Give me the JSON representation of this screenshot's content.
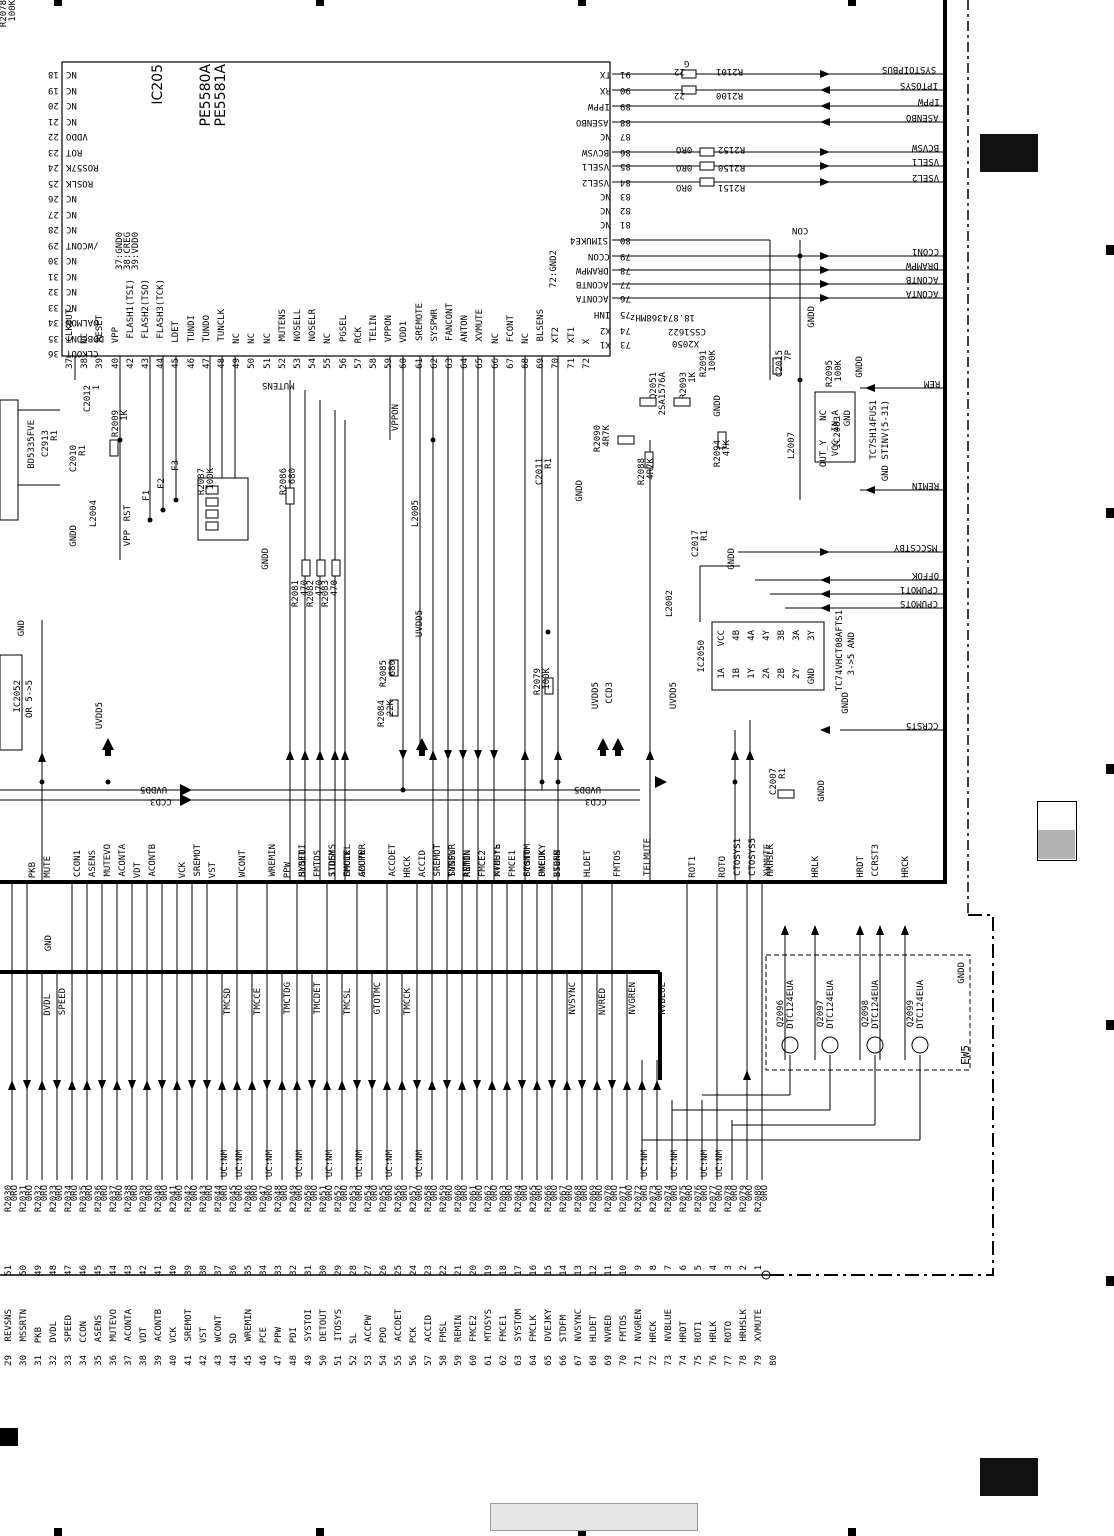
{
  "ic_main": {
    "name": "IC205",
    "parts": [
      "PE5580A",
      "PE5581A"
    ],
    "notes": [
      "37:GND0",
      "38:CREG",
      "39:VDD0"
    ],
    "top_right_pins": [
      {
        "num": "91",
        "name": "TX"
      },
      {
        "num": "90",
        "name": "RX"
      },
      {
        "num": "89",
        "name": "IPPW"
      },
      {
        "num": "88",
        "name": "ASENBO"
      },
      {
        "num": "87",
        "name": "NC"
      },
      {
        "num": "86",
        "name": "BCVSW"
      },
      {
        "num": "85",
        "name": "VSEL1"
      },
      {
        "num": "84",
        "name": "VSEL2"
      },
      {
        "num": "83",
        "name": "NC"
      },
      {
        "num": "82",
        "name": "NC"
      },
      {
        "num": "81",
        "name": "NC"
      },
      {
        "num": "80",
        "name": "SIMUKE4"
      },
      {
        "num": "79",
        "name": "CCON"
      },
      {
        "num": "78",
        "name": "DRAMPW"
      },
      {
        "num": "77",
        "name": "ACONTB"
      },
      {
        "num": "76",
        "name": "ACONTA"
      },
      {
        "num": "75",
        "name": "INH"
      },
      {
        "num": "74",
        "name": "X2"
      },
      {
        "num": "73",
        "name": "X1"
      }
    ],
    "left_pins": [
      {
        "num": "18",
        "name": "NC"
      },
      {
        "num": "19",
        "name": "NC"
      },
      {
        "num": "20",
        "name": "NC"
      },
      {
        "num": "21",
        "name": "NC"
      },
      {
        "num": "22",
        "name": "VDDO"
      },
      {
        "num": "23",
        "name": "ROT"
      },
      {
        "num": "24",
        "name": "ROS57K"
      },
      {
        "num": "25",
        "name": "ROSLK"
      },
      {
        "num": "26",
        "name": "NC"
      },
      {
        "num": "27",
        "name": "NC"
      },
      {
        "num": "28",
        "name": "NC"
      },
      {
        "num": "29",
        "name": "/WCONT"
      },
      {
        "num": "30",
        "name": "NC"
      },
      {
        "num": "31",
        "name": "NC"
      },
      {
        "num": "32",
        "name": "NC"
      },
      {
        "num": "33",
        "name": "NC"
      },
      {
        "num": "34",
        "name": "DALMON"
      },
      {
        "num": "35",
        "name": "DDBCONT"
      },
      {
        "num": "36",
        "name": "CLKOUT"
      }
    ],
    "bottom_pins": [
      {
        "num": "37",
        "name": "CLKOUT"
      },
      {
        "num": "38",
        "name": "NC"
      },
      {
        "num": "39",
        "name": "RESET"
      },
      {
        "num": "40",
        "name": "VPP"
      },
      {
        "num": "42",
        "name": "FLASH1(TSI)"
      },
      {
        "num": "43",
        "name": "FLASH2(TSO)"
      },
      {
        "num": "44",
        "name": "FLASH3(TCK)"
      },
      {
        "num": "45",
        "name": "LDET"
      },
      {
        "num": "46",
        "name": "TUNDI"
      },
      {
        "num": "47",
        "name": "TUNDO"
      },
      {
        "num": "48",
        "name": "TUNCLK"
      },
      {
        "num": "49",
        "name": "NC"
      },
      {
        "num": "50",
        "name": "NC"
      },
      {
        "num": "51",
        "name": "NC"
      },
      {
        "num": "52",
        "name": "MUTENS"
      },
      {
        "num": "53",
        "name": "NOSELL"
      },
      {
        "num": "54",
        "name": "NOSELR"
      },
      {
        "num": "55",
        "name": "NC"
      },
      {
        "num": "56",
        "name": "PGSEL"
      },
      {
        "num": "57",
        "name": "RCK"
      },
      {
        "num": "58",
        "name": "TELIN"
      },
      {
        "num": "59",
        "name": "VPPON"
      },
      {
        "num": "60",
        "name": "VDD1"
      },
      {
        "num": "61",
        "name": "SREMOTE"
      },
      {
        "num": "62",
        "name": "SYSPWR"
      },
      {
        "num": "63",
        "name": "FANCONT"
      },
      {
        "num": "64",
        "name": "ANTON"
      },
      {
        "num": "65",
        "name": "XVMUTE"
      },
      {
        "num": "66",
        "name": "NC"
      },
      {
        "num": "67",
        "name": "FCONT"
      },
      {
        "num": "68",
        "name": "NC"
      },
      {
        "num": "69",
        "name": "BLSENS"
      },
      {
        "num": "70",
        "name": "XT2"
      },
      {
        "num": "71",
        "name": "XT1"
      },
      {
        "num": "72",
        "name": "X"
      }
    ],
    "gnd_note": "72:GND2"
  },
  "right_nets": [
    "SYSTOIPBUS",
    "IPTOSYS",
    "IPPW",
    "ASENBO",
    "BCVSW",
    "VSEL1",
    "VSEL2",
    "CCON1",
    "DRAMPW",
    "ACONTB",
    "ACONTA",
    "REM",
    "REMIN",
    "MSCCSTBY",
    "OFFOK",
    "CPUMOT1",
    "CPUMOTS",
    "CCRST5"
  ],
  "resistors_top": [
    {
      "ref": "R2101",
      "val": "22",
      "mark": "G"
    },
    {
      "ref": "R2100",
      "val": "22"
    },
    {
      "ref": "R2152",
      "val": "0RO"
    },
    {
      "ref": "R2150",
      "val": "0RO"
    },
    {
      "ref": "R2151",
      "val": "0RO"
    }
  ],
  "crystal": {
    "label": "18.874368MHz",
    "ref": "X2050",
    "part": "CSS1622"
  },
  "ic2083": {
    "ref": "IC2083",
    "part": "TC7SH14FUS1",
    "note": "GND STINV(5-31)",
    "pins": [
      "NC",
      "IN_A",
      "GND",
      "OUT_Y",
      "VCC"
    ]
  },
  "ic2050": {
    "ref": "IC2050",
    "part": "TC74VHCT08AFTS1",
    "note": "3->5 AND",
    "pins_top": [
      "VCC",
      "4B",
      "4A",
      "4Y",
      "3B",
      "3A",
      "3Y"
    ],
    "pins_bot": [
      "1A",
      "1B",
      "1Y",
      "2A",
      "2B",
      "2Y",
      "GND"
    ]
  },
  "ic2052": {
    "ref": "IC2052",
    "note": "OR 5->5"
  },
  "ic_reset": {
    "ref": "BD5335FVE"
  },
  "labels": {
    "l2004": "L2004",
    "l2005": "L2005",
    "l2002": "L2002",
    "l2007": "L2007",
    "uvdd5": "UVDD5",
    "ccd3": "CCD3",
    "gnd": "GND",
    "gndd": "GNDD",
    "con": "CON",
    "rst": "RST",
    "vpp": "VPP",
    "mutens": "MUTENS",
    "vppon": "VPPON"
  },
  "misc_components": [
    {
      "ref": "C2012",
      "val": "1"
    },
    {
      "ref": "C2010",
      "val": "R1"
    },
    {
      "ref": "C2913",
      "val": "R1"
    },
    {
      "ref": "R2009",
      "val": "1K"
    },
    {
      "ref": "R2087",
      "val": "100K"
    },
    {
      "ref": "R2086",
      "val": "680"
    },
    {
      "ref": "R2081",
      "val": "470"
    },
    {
      "ref": "R2082",
      "val": "470"
    },
    {
      "ref": "R2083",
      "val": "470"
    },
    {
      "ref": "R2085",
      "val": "680"
    },
    {
      "ref": "R2084",
      "val": "22K"
    },
    {
      "ref": "R2079",
      "val": "100K"
    },
    {
      "ref": "C2011",
      "val": "R1"
    },
    {
      "ref": "R2090",
      "val": "4R7K"
    },
    {
      "ref": "R2088",
      "val": "4R7K"
    },
    {
      "ref": "Q2051",
      "val": "2SA1576A"
    },
    {
      "ref": "R2093",
      "val": "1K"
    },
    {
      "ref": "R2094",
      "val": "47K"
    },
    {
      "ref": "R2091",
      "val": "100K"
    },
    {
      "ref": "C2015",
      "val": "7P"
    },
    {
      "ref": "R2095",
      "val": "100K"
    },
    {
      "ref": "C2017",
      "val": "R1"
    },
    {
      "ref": "C2007",
      "val": "R1"
    },
    {
      "ref": "R2078",
      "val": "100K"
    }
  ],
  "flash_pads": [
    "F1",
    "F2",
    "F3"
  ],
  "transistors": [
    {
      "ref": "Q2096",
      "part": "DTC124EUA"
    },
    {
      "ref": "Q2097",
      "part": "DTC124EUA"
    },
    {
      "ref": "Q2098",
      "part": "DTC124EUA"
    },
    {
      "ref": "Q2099",
      "part": "DTC124EUA"
    }
  ],
  "ew5": "EW5",
  "bus_signals_top": [
    "PKB",
    "MUTE",
    "CCON1",
    "ASENS",
    "MUTEVO",
    "ACONTA",
    "VDT",
    "ACONTB",
    "VCK",
    "SREMOT",
    "VST",
    "WCONT",
    "WREMIN",
    "PPW",
    "HLDET",
    "SYSTOI",
    "FMTOS",
    "STDFM",
    "ITOSYS",
    "FMCLK",
    "ACCPW",
    "GMUTEL",
    "GMUTER",
    "ACCDET",
    "HRCK",
    "ACCID",
    "SREMOT",
    "TUNSL",
    "SYSPWR",
    "REMIN",
    "FMCE2",
    "ANTON",
    "MTOSYS",
    "XVMUTE",
    "FMCE1",
    "SYSTOM",
    "FCONT",
    "FMCLK",
    "DVEJKY",
    "BSENS",
    "STDFM",
    "HLDET",
    "FMTOS",
    "TELMUTE",
    "ROT1",
    "ROTO",
    "CTOSYS1",
    "CTOSYS5",
    "XVMUTE",
    "HRHSLK",
    "HRLK",
    "HRDT",
    "CCRST3",
    "HRCK"
  ],
  "bus_signals_lower": [
    "DVDL",
    "SPEED",
    "TMCSD",
    "TMCCE",
    "TMCTDG",
    "TMCDET",
    "TMCSL",
    "GTOTMC",
    "TMCCK",
    "NVSYNC",
    "NVRED",
    "NVGREN",
    "NVBLUE"
  ],
  "connector": {
    "pins": [
      {
        "n": "51",
        "name": "REVSNS",
        "r": "R2030",
        "v": "0RO",
        "ext": "29"
      },
      {
        "n": "50",
        "name": "MSSRTN",
        "r": "R2031",
        "v": "0RO",
        "ext": "30"
      },
      {
        "n": "49",
        "name": "PKB",
        "r": "R2032",
        "v": "0RO",
        "ext": "31"
      },
      {
        "n": "48",
        "name": "DVDL",
        "r": "R2033",
        "v": "0RO",
        "ext": "32"
      },
      {
        "n": "47",
        "name": "SPEED",
        "r": "R2034",
        "v": "0RO",
        "ext": "33"
      },
      {
        "n": "46",
        "name": "CCON",
        "r": "R2035",
        "v": "0RO",
        "ext": "34"
      },
      {
        "n": "45",
        "name": "ASENS",
        "r": "R2036",
        "v": "0RO",
        "ext": "35"
      },
      {
        "n": "44",
        "name": "MUTEVO",
        "r": "R2037",
        "v": "0RO",
        "ext": "36"
      },
      {
        "n": "43",
        "name": "ACONTA",
        "r": "R2038",
        "v": "0RO",
        "ext": "37"
      },
      {
        "n": "42",
        "name": "VDT",
        "r": "R2039",
        "v": "0RO",
        "ext": "38"
      },
      {
        "n": "41",
        "name": "ACONTB",
        "r": "R2040",
        "v": "0RO",
        "ext": "39"
      },
      {
        "n": "40",
        "name": "VCK",
        "r": "R2041",
        "v": "0RO",
        "ext": "40"
      },
      {
        "n": "39",
        "name": "SREMOT",
        "r": "R2042",
        "v": "0RO",
        "ext": "41"
      },
      {
        "n": "38",
        "name": "VST",
        "r": "R2043",
        "v": "0RO",
        "ext": "42"
      },
      {
        "n": "37",
        "name": "WCONT",
        "r": "R2044",
        "v": "0RO",
        "uc": "UC:NM",
        "ext": "43"
      },
      {
        "n": "36",
        "name": "SD",
        "r": "R2045",
        "v": "0RO",
        "uc": "UC:NM",
        "ext": "44"
      },
      {
        "n": "35",
        "name": "WREMIN",
        "r": "R2046",
        "v": "0RO",
        "ext": "45"
      },
      {
        "n": "34",
        "name": "PCE",
        "r": "R2047",
        "v": "0RO",
        "uc": "UC:NM",
        "ext": "46"
      },
      {
        "n": "33",
        "name": "PPW",
        "r": "R2048",
        "v": "0RO",
        "ext": "47"
      },
      {
        "n": "32",
        "name": "PDI",
        "r": "R2049",
        "v": "0RO",
        "uc": "UC:NM",
        "ext": "48"
      },
      {
        "n": "31",
        "name": "SYSTOI",
        "r": "R2050",
        "v": "0RO",
        "ext": "49"
      },
      {
        "n": "30",
        "name": "DETOUT",
        "r": "R2051",
        "v": "0RO",
        "uc": "UC:NM",
        "ext": "50"
      },
      {
        "n": "29",
        "name": "ITOSYS",
        "r": "R2052",
        "v": "0RO",
        "ext": "51"
      },
      {
        "n": "28",
        "name": "SL",
        "r": "R2053",
        "v": "0RO",
        "uc": "UC:NM",
        "ext": "52"
      },
      {
        "n": "27",
        "name": "ACCPW",
        "r": "R2054",
        "v": "0RO",
        "ext": "53"
      },
      {
        "n": "26",
        "name": "PDO",
        "r": "R2055",
        "v": "0RO",
        "uc": "UC:NM",
        "ext": "54"
      },
      {
        "n": "25",
        "name": "ACCDET",
        "r": "R2056",
        "v": "0RO",
        "ext": "55"
      },
      {
        "n": "24",
        "name": "PCK",
        "r": "R2057",
        "v": "0RO",
        "uc": "UC:NM",
        "ext": "56"
      },
      {
        "n": "23",
        "name": "ACCID",
        "r": "R2058",
        "v": "0RO",
        "ext": "57"
      },
      {
        "n": "22",
        "name": "FMSL",
        "r": "R2059",
        "v": "0RO",
        "ext": "58"
      },
      {
        "n": "21",
        "name": "REMIN",
        "r": "R2060",
        "v": "0RO",
        "ext": "59"
      },
      {
        "n": "20",
        "name": "FMCE2",
        "r": "R2061",
        "v": "0RO",
        "ext": "60"
      },
      {
        "n": "19",
        "name": "MTOSYS",
        "r": "R2062",
        "v": "0RO",
        "ext": "61"
      },
      {
        "n": "18",
        "name": "FMCE1",
        "r": "R2063",
        "v": "0RO",
        "ext": "62"
      },
      {
        "n": "17",
        "name": "SYSTOM",
        "r": "R2064",
        "v": "0RO",
        "ext": "63"
      },
      {
        "n": "16",
        "name": "FMCLK",
        "r": "R2065",
        "v": "0RO",
        "ext": "64"
      },
      {
        "n": "15",
        "name": "DVEJKY",
        "r": "R2066",
        "v": "0RO",
        "ext": "65"
      },
      {
        "n": "14",
        "name": "STDFM",
        "r": "R2067",
        "v": "0RO",
        "ext": "66"
      },
      {
        "n": "13",
        "name": "NVSYNC",
        "r": "R2068",
        "v": "0RO",
        "ext": "67"
      },
      {
        "n": "12",
        "name": "HLDET",
        "r": "R2069",
        "v": "0RO",
        "ext": "68"
      },
      {
        "n": "11",
        "name": "NVRED",
        "r": "R2070",
        "v": "0RO",
        "ext": "69"
      },
      {
        "n": "10",
        "name": "FMTOS",
        "r": "R2071",
        "v": "0RO",
        "ext": "70"
      },
      {
        "n": "9",
        "name": "NVGREN",
        "r": "R2072",
        "v": "0RO",
        "uc": "UC:NM",
        "ext": "71"
      },
      {
        "n": "8",
        "name": "HRCK",
        "r": "R2073",
        "v": "0RO",
        "ext": "72"
      },
      {
        "n": "7",
        "name": "NVBLUE",
        "r": "R2074",
        "v": "0RO",
        "uc": "UC:NM",
        "ext": "73"
      },
      {
        "n": "6",
        "name": "HRDT",
        "r": "R2075",
        "v": "0RO",
        "ext": "74"
      },
      {
        "n": "5",
        "name": "ROT1",
        "r": "R2076",
        "v": "0RO",
        "uc": "UC:NM",
        "ext": "75"
      },
      {
        "n": "4",
        "name": "HRLK",
        "r": "R2077",
        "v": "0RO",
        "uc": "UC:NM",
        "ext": "76"
      },
      {
        "n": "3",
        "name": "ROTO",
        "r": "R2078",
        "v": "0RO",
        "ext": "77"
      },
      {
        "n": "2",
        "name": "HRHSLK",
        "r": "R2079",
        "v": "0RO",
        "ext": "78"
      },
      {
        "n": "1",
        "name": "XVMUTE",
        "r": "R2080",
        "v": "0RO",
        "ext": "79"
      }
    ],
    "extra_ext": "80"
  },
  "colors": {
    "ink": "#000000",
    "tab": "#111111",
    "footer_bar": "#e6e6e6",
    "side_box_shade": "#b3b3b3"
  }
}
